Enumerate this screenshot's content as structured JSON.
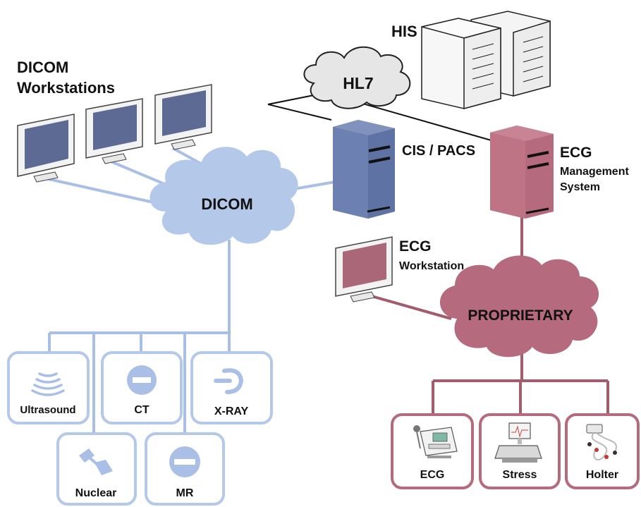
{
  "labels": {
    "dicom_workstations_line1": "DICOM",
    "dicom_workstations_line2": "Workstations",
    "his": "HIS",
    "hl7": "HL7",
    "cis_pacs": "CIS / PACS",
    "ecg_mgmt_line1": "ECG",
    "ecg_mgmt_line2": "Management",
    "ecg_mgmt_line3": "System",
    "dicom_cloud": "DICOM",
    "ecg_workstation_line1": "ECG",
    "ecg_workstation_line2": "Workstation",
    "proprietary": "PROPRIETARY"
  },
  "modalities": {
    "ultrasound": "Ultrasound",
    "ct": "CT",
    "xray": "X-RAY",
    "nuclear": "Nuclear",
    "mr": "MR"
  },
  "cardiology_devices": {
    "ecg": "ECG",
    "stress": "Stress",
    "holter": "Holter"
  },
  "colors": {
    "dicom_blue": "#b4c8ea",
    "dicom_blue_line": "#a9bfe6",
    "pacs_blue": "#5e72a4",
    "ecg_maroon": "#b56a7d",
    "ecg_maroon_line": "#a25c6e",
    "hl7_gray": "#e6e6e6",
    "server_gray": "#f2f2f2"
  }
}
